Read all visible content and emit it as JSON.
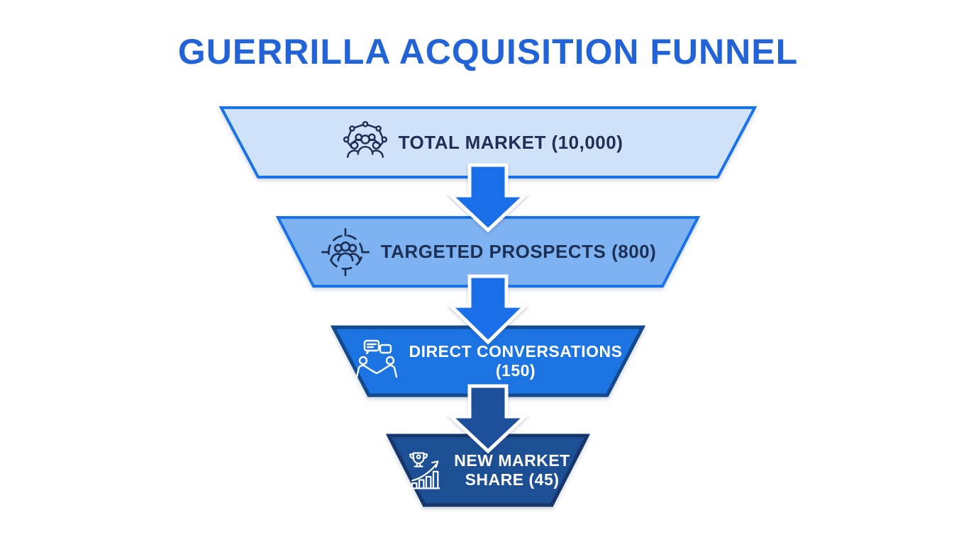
{
  "title": {
    "text": "GUERRILLA ACQUISITION FUNNEL",
    "color": "#2264d8"
  },
  "funnel": {
    "stages": [
      {
        "name": "total-market",
        "line1": "TOTAL MARKET (10,000)",
        "line2": "",
        "value": 10000,
        "icon": "network-people-icon",
        "fill": "#cfe2f8",
        "border": "#1a72e8",
        "text_color": "#1c2f55"
      },
      {
        "name": "targeted-prospects",
        "line1": "TARGETED PROSPECTS (800)",
        "line2": "",
        "value": 800,
        "icon": "target-people-icon",
        "fill": "#7fb2f0",
        "border": "#1a72e8",
        "text_color": "#1c2f55"
      },
      {
        "name": "direct-conversations",
        "line1": "DIRECT CONVERSATIONS",
        "line2": "(150)",
        "value": 150,
        "icon": "conversation-handshake-icon",
        "fill": "#1b74e2",
        "border": "#134a8e",
        "text_color": "#ffffff"
      },
      {
        "name": "new-market-share",
        "line1": "NEW MARKET",
        "line2": "SHARE (45)",
        "value": 45,
        "icon": "trophy-growth-icon",
        "fill": "#1d4f94",
        "border": "#15356b",
        "text_color": "#ffffff"
      }
    ],
    "arrows": [
      {
        "fill": "#1a6fe8",
        "outline": "#ffffff"
      },
      {
        "fill": "#1a6fe8",
        "outline": "#ffffff"
      },
      {
        "fill": "#1d4f9b",
        "outline": "#ffffff"
      }
    ]
  }
}
